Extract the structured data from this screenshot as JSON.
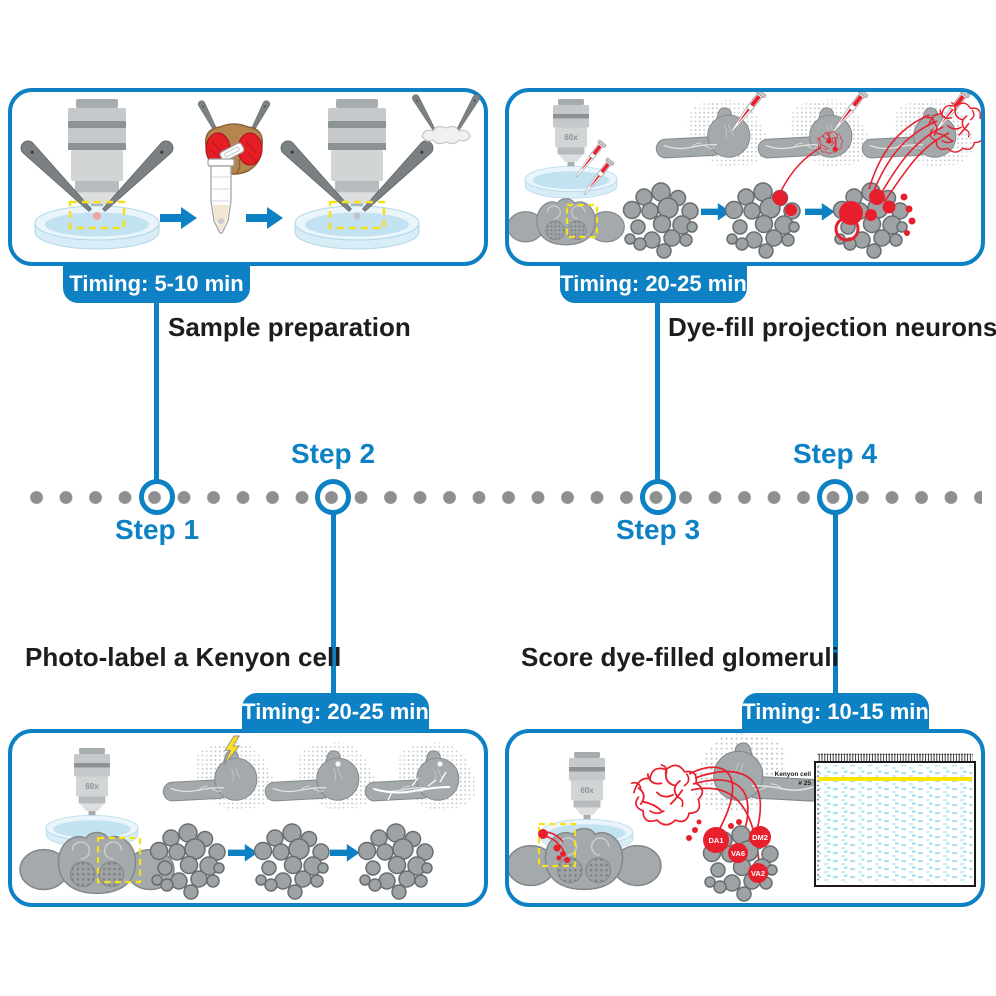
{
  "timeline": {
    "step_labels": [
      "Step 1",
      "Step 2",
      "Step 3",
      "Step 4"
    ]
  },
  "panels": {
    "sample_preparation": {
      "timing": "Timing: 5-10 min",
      "caption": "Sample preparation"
    },
    "dye_fill": {
      "timing": "Timing: 20-25 min",
      "caption": "Dye-fill projection neurons"
    },
    "photo_label": {
      "timing": "Timing: 20-25 min",
      "caption": "Photo-label a Kenyon cell"
    },
    "score": {
      "timing": "Timing: 10-15 min",
      "caption": "Score dye-filled glomeruli",
      "glomeruli": [
        "DA1",
        "DM2",
        "VA6",
        "VA2"
      ],
      "raster_label": {
        "line1": "Kenyon cell",
        "line2": "# 25"
      }
    }
  },
  "labels": {
    "objective_magnification": "60x"
  },
  "colors": {
    "accent_blue": "#0e81c4",
    "accent_red": "#e8202e",
    "dot_gray": "#8f8f8f",
    "highlight_yellow": "#ffe600",
    "dashed_yellow": "#f5e11a",
    "raster_cyan": "#8edcf0",
    "caption_black": "#1d1d1b"
  }
}
